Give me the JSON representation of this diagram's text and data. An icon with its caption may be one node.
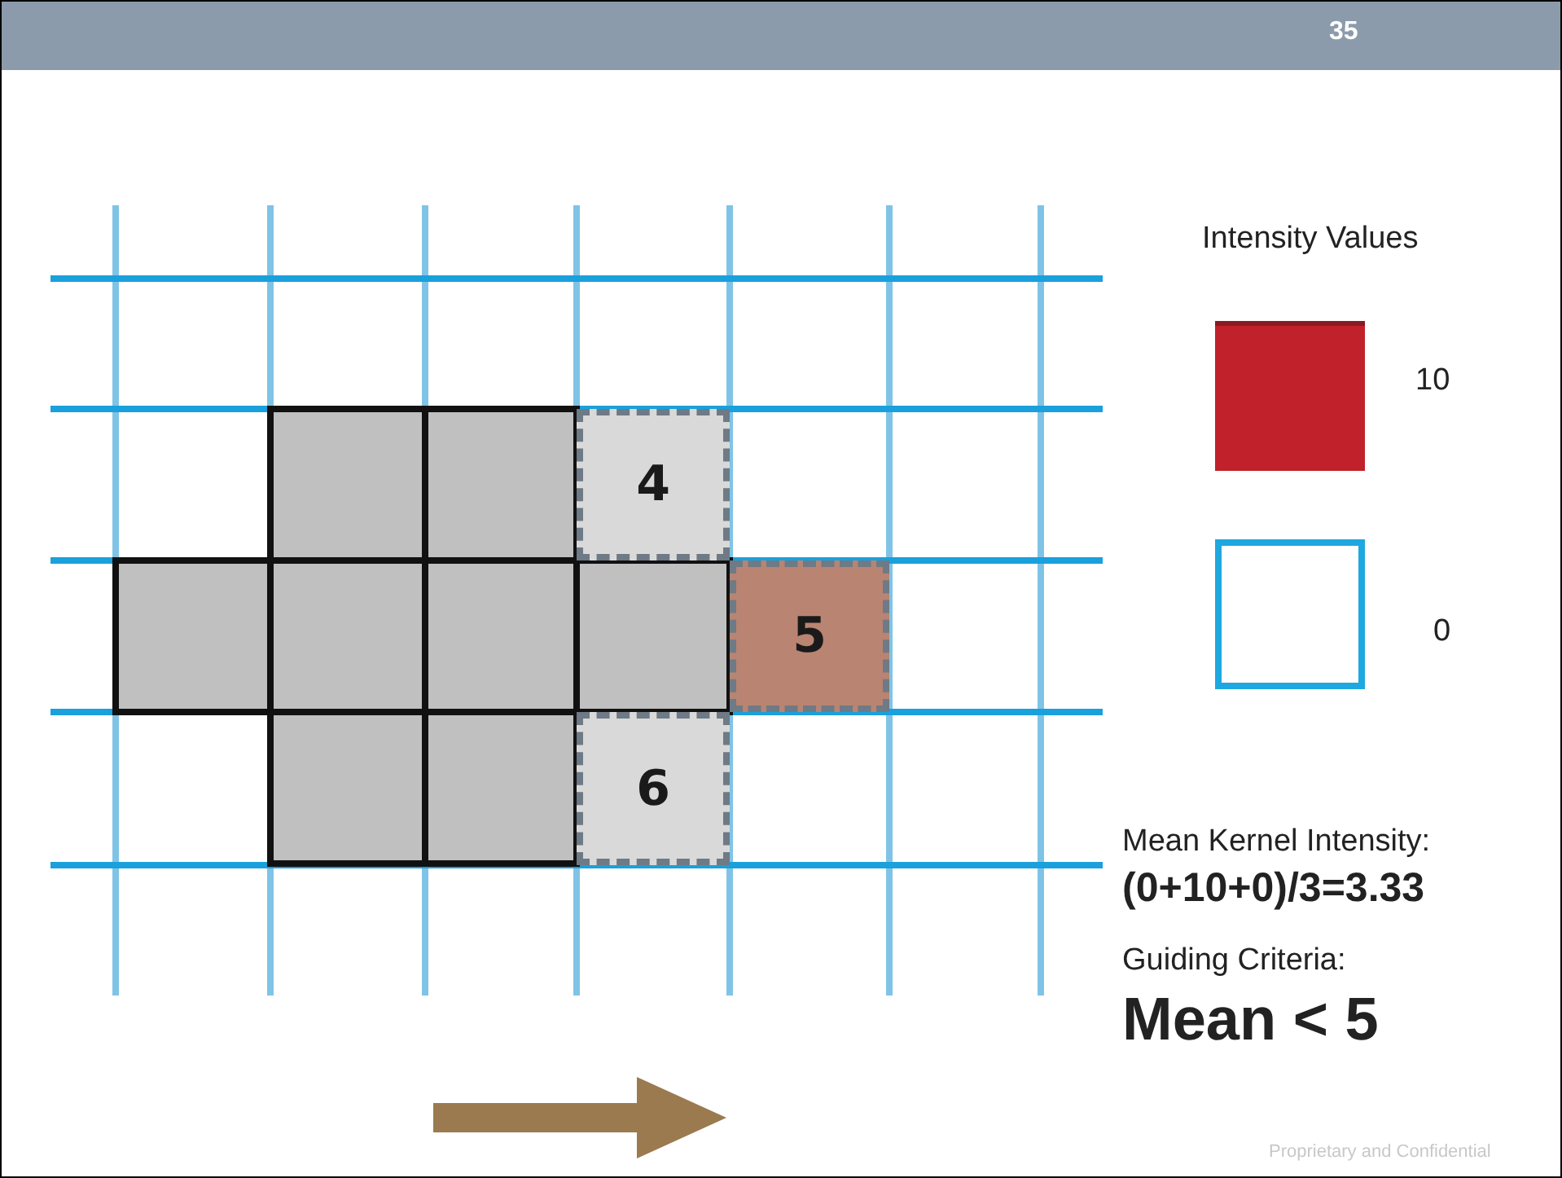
{
  "diagram": {
    "nodes": [
      {
        "text": [
          "4"
        ]
      },
      {
        "text": [
          "5"
        ]
      },
      {
        "text": [
          "6"
        ]
      }
    ],
    "labels": [
      "35",
      "Intensity Values",
      "Mean Kernel Intensity:",
      "(0+10+0)/3=3.33",
      "Guiding Criteria:",
      "Mean < 5",
      "Proprietary and Confidential"
    ],
    "legend": [
      {
        "text": "10",
        "color": "#c0212a"
      },
      {
        "text": "0",
        "color": "#ffffff"
      }
    ]
  }
}
